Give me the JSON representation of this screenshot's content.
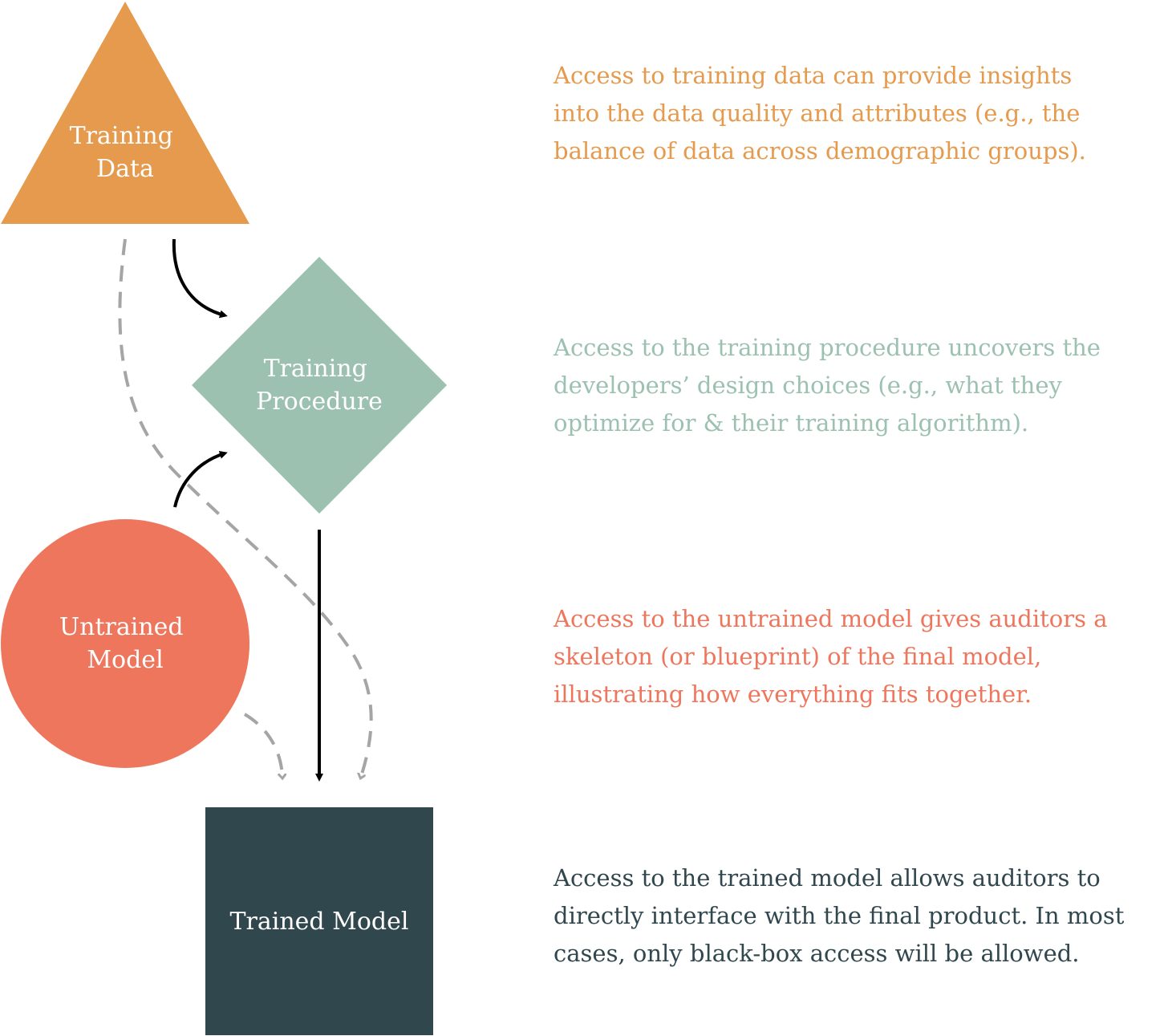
{
  "nodes": {
    "training_data": {
      "label_lines": [
        "Training",
        "Data"
      ],
      "color": "#e59a4d",
      "shape": "triangle"
    },
    "training_procedure": {
      "label_lines": [
        "Training",
        "Procedure"
      ],
      "color": "#9cc1b1",
      "shape": "diamond"
    },
    "untrained_model": {
      "label_lines": [
        "Untrained",
        "Model"
      ],
      "color": "#ee765d",
      "shape": "circle"
    },
    "trained_model": {
      "label_lines": [
        "Trained Model"
      ],
      "color": "#31474e",
      "shape": "square"
    }
  },
  "descriptions": {
    "training_data": {
      "lines": [
        "Access to training data can provide insights",
        "into the data quality and attributes (e.g., the",
        "balance of data across demographic groups)."
      ],
      "color": "#e59a4d"
    },
    "training_procedure": {
      "lines": [
        "Access to the training procedure uncovers the",
        "developers’ design choices (e.g., what they",
        "optimize for & their training algorithm)."
      ],
      "color": "#9cc1b1"
    },
    "untrained_model": {
      "lines": [
        "Access to the untrained model gives auditors a",
        "skeleton (or blueprint) of the final model,",
        "illustrating how everything fits together."
      ],
      "color": "#ee765d"
    },
    "trained_model": {
      "lines": [
        "Access to the trained model allows auditors to",
        "directly interface with the final product. In most",
        "cases, only black-box access will be allowed."
      ],
      "color": "#31474e"
    }
  },
  "edges": [
    {
      "from": "training_data",
      "to": "training_procedure",
      "style": "solid"
    },
    {
      "from": "untrained_model",
      "to": "training_procedure",
      "style": "solid"
    },
    {
      "from": "training_procedure",
      "to": "trained_model",
      "style": "solid"
    },
    {
      "from": "training_data",
      "to": "trained_model",
      "style": "dashed"
    },
    {
      "from": "untrained_model",
      "to": "trained_model",
      "style": "dashed"
    }
  ],
  "edge_colors": {
    "solid": "#000000",
    "dashed": "#a5a5a5"
  }
}
